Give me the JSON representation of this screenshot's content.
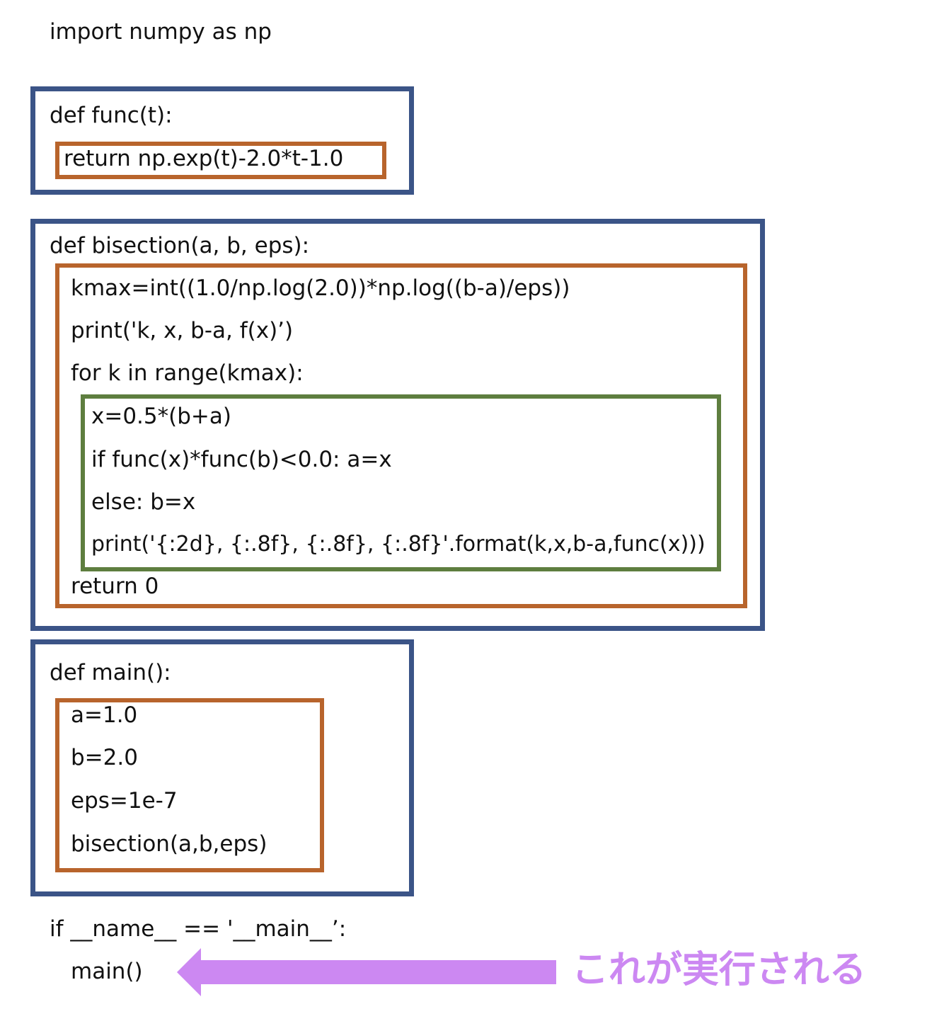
{
  "code": {
    "import_line": "import numpy as np",
    "func": {
      "def_line": "def func(t):",
      "body": [
        "return np.exp(t)-2.0*t-1.0"
      ]
    },
    "bisection": {
      "def_line": "def bisection(a, b, eps):",
      "body_top": [
        "kmax=int((1.0/np.log(2.0))*np.log((b-a)/eps))",
        "print('k, x, b-a, f(x)’)",
        "for k in range(kmax):"
      ],
      "loop_body": [
        "x=0.5*(b+a)",
        "if func(x)*func(b)<0.0: a=x",
        "else: b=x",
        "print('{:2d}, {:.8f}, {:.8f}, {:.8f}'.format(k,x,b-a,func(x)))"
      ],
      "body_bottom": [
        "return 0"
      ]
    },
    "main": {
      "def_line": "def main():",
      "body": [
        "a=1.0",
        "b=2.0",
        "eps=1e-7",
        "bisection(a,b,eps)"
      ]
    },
    "entry": {
      "if_line": "if __name__ == '__main__’:",
      "call_line": "main()"
    }
  },
  "annotation": {
    "text": "これが実行される",
    "color": "#cc88f2"
  },
  "colors": {
    "function_box": "#3b5487",
    "body_box": "#b8642c",
    "loop_box": "#5e7e3f",
    "arrow": "#cc88f2"
  }
}
